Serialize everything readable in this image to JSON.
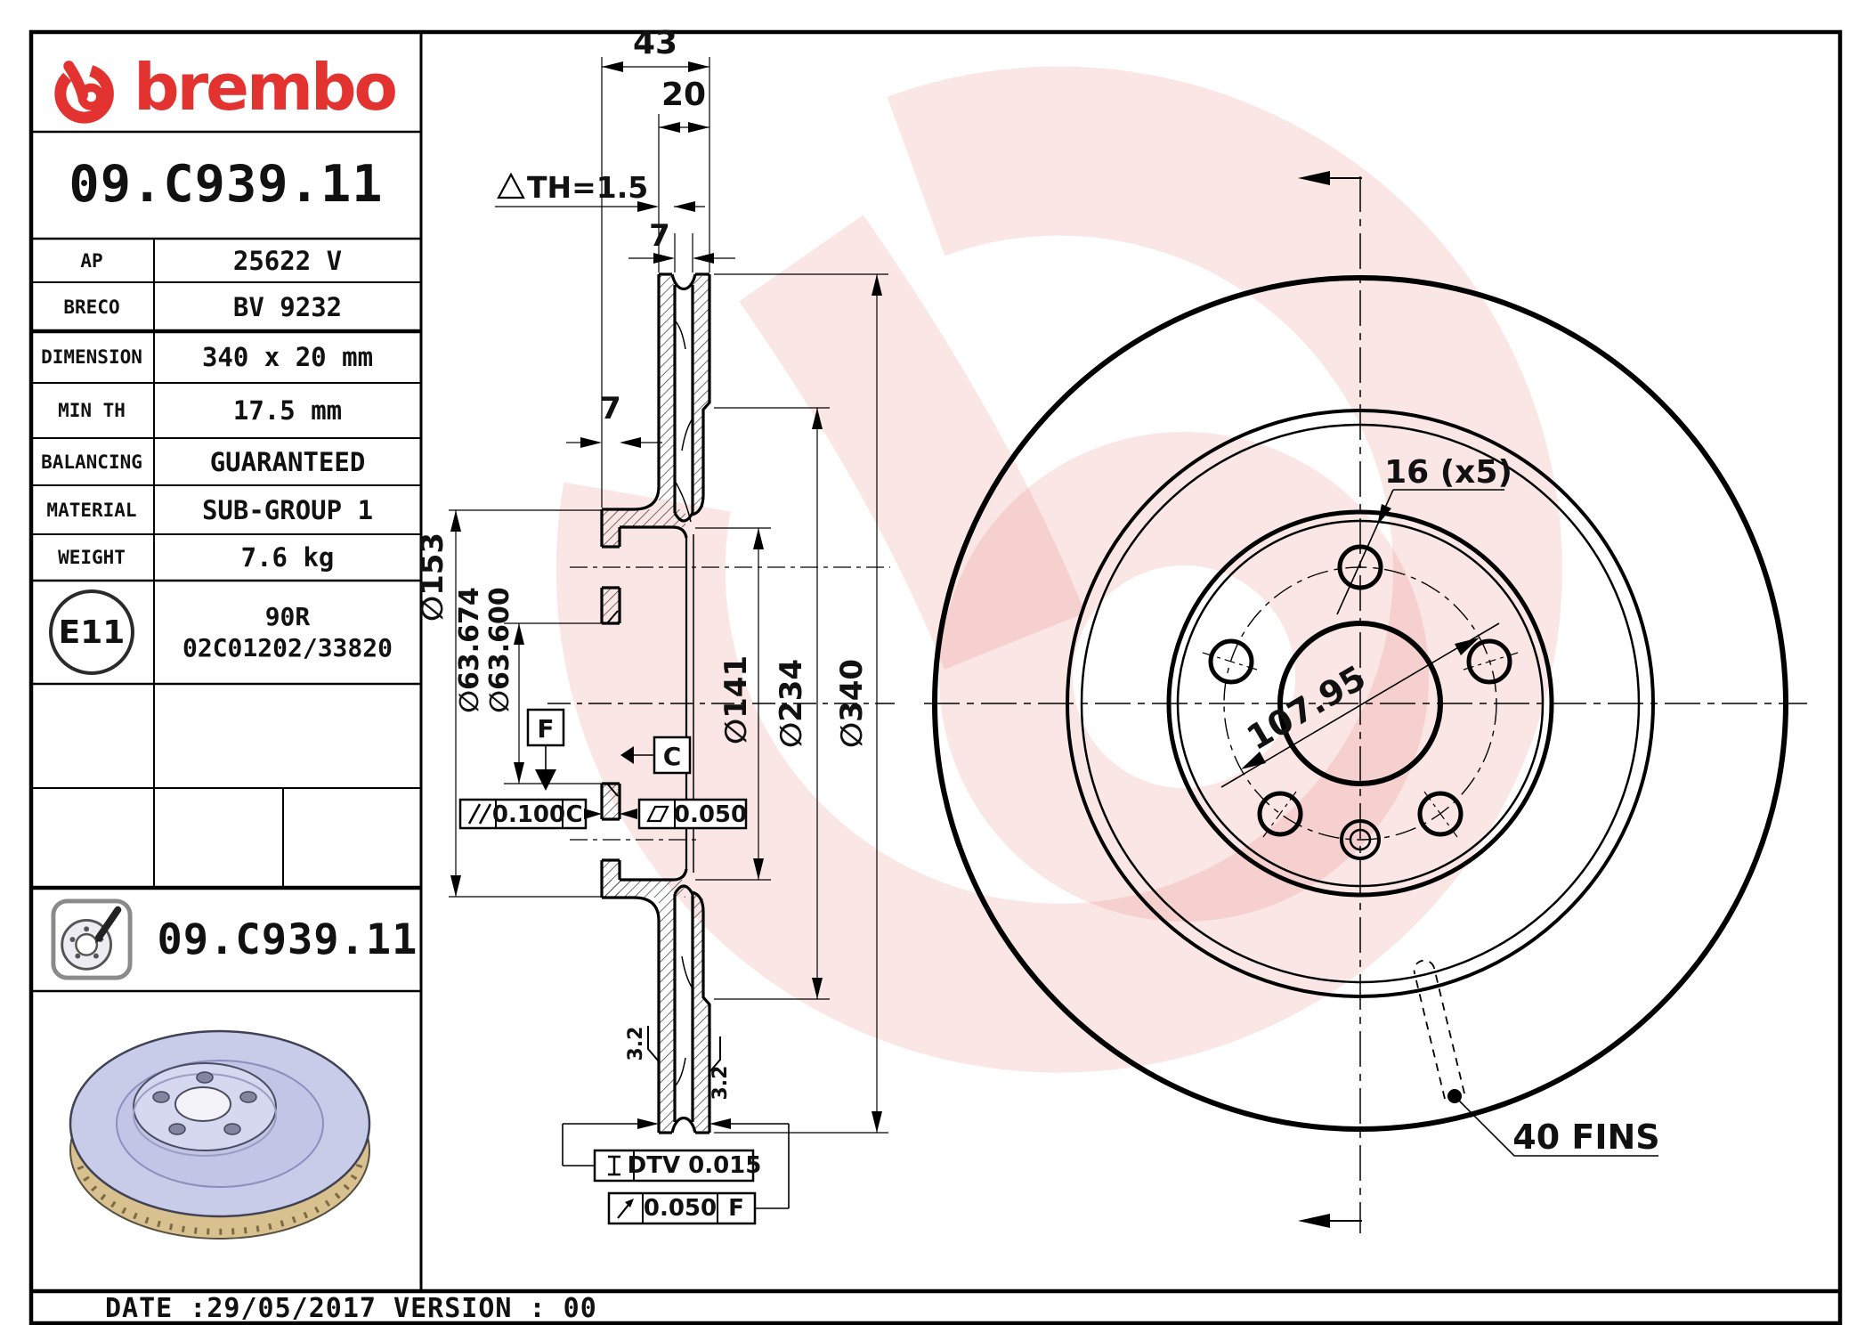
{
  "sheet": {
    "header": {
      "brand": "brembo",
      "part_number": "09.C939.11"
    },
    "spec_table": {
      "rows": [
        {
          "label": "AP",
          "value": "25622 V"
        },
        {
          "label": "BRECO",
          "value": "BV 9232"
        },
        {
          "label": "DIMENSION",
          "value": "340 x 20 mm"
        },
        {
          "label": "MIN TH",
          "value": "17.5 mm"
        },
        {
          "label": "BALANCING",
          "value": "GUARANTEED"
        },
        {
          "label": "MATERIAL",
          "value": "SUB-GROUP 1"
        },
        {
          "label": "WEIGHT",
          "value": "7.6 kg"
        }
      ],
      "homologation": {
        "badge": "E11",
        "line1": "90R",
        "line2": "02C01202/33820"
      }
    },
    "part_row": {
      "part_number": "09.C939.11"
    },
    "footer": {
      "text": "DATE :29/05/2017 VERSION : 00"
    }
  },
  "section_view": {
    "dims": {
      "width_total": "43",
      "band_thickness": "20",
      "min_thickness_note": "TH=1.5",
      "plate_thickness": "7",
      "hat_wall": "7",
      "hat_outer_dia": "∅153",
      "bore_dia_max": "∅63.674",
      "bore_dia_min": "∅63.600",
      "vent_inner_dia": "∅141",
      "band_inner_dia": "∅234",
      "outer_dia": "∅340",
      "roughness_left": "3.2",
      "roughness_right": "3.2"
    },
    "datums": {
      "f": "F",
      "c": "C"
    },
    "tolerances": {
      "parallelism": {
        "value": "0.100",
        "datum": "C"
      },
      "flatness": {
        "value": "0.050"
      },
      "dtv": {
        "value": "DTV 0.015"
      },
      "runout": {
        "value": "0.050",
        "datum": "F"
      }
    }
  },
  "front_view": {
    "labels": {
      "bolt_holes": "16 (x5)",
      "bolt_circle": "107.95",
      "fins": "40 FINS"
    }
  },
  "colors": {
    "brand_red": "#e23330",
    "line": "#111111",
    "watermark_pink": "#dd5a50",
    "disc_body": "#c9cce9",
    "disc_vent_edge": "#d9c08f"
  }
}
